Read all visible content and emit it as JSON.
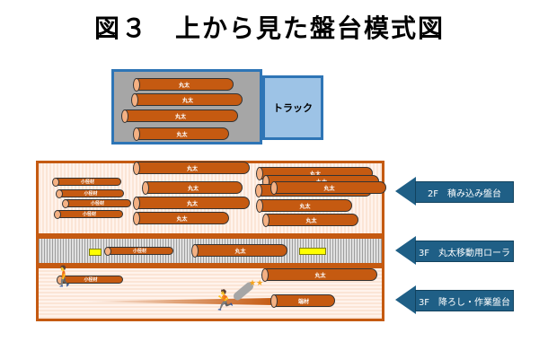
{
  "title": "図３　上から見た盤台模式図",
  "truck": {
    "label": "トラック"
  },
  "log_label": "丸太",
  "small_log_label": "小径材",
  "offcut_label": "端材",
  "levels": [
    {
      "floor": "2F",
      "name": "積み込み盤台",
      "text": "2F　積み込み盤台"
    },
    {
      "floor": "3F",
      "name": "丸太移動用ローラ",
      "text": "3F　丸太移動用ローラ"
    },
    {
      "floor": "3F",
      "name": "降ろし・作業盤台",
      "text": "3F　降ろし・作業盤台"
    }
  ],
  "colors": {
    "log": "#c55a11",
    "log_end": "#f4b183",
    "truck": "#9dc3e6",
    "frame": "#2e75b6",
    "deck_border": "#c55a11",
    "label_arrow": "#1f5f86",
    "direction_arrow": "#ffff00"
  }
}
